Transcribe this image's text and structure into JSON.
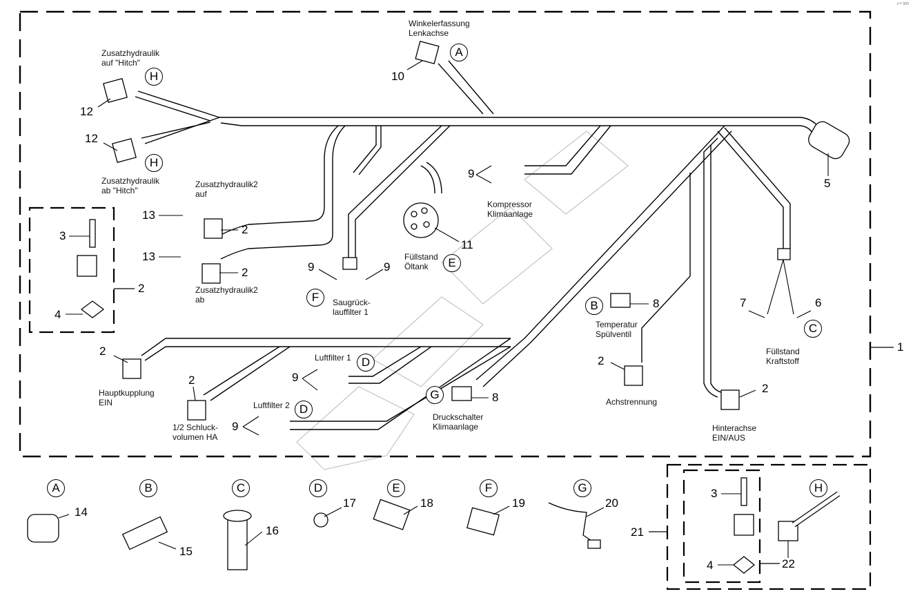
{
  "page_id": "z™ 505",
  "assembly": {
    "number": "1"
  },
  "sub_assembly_left": {
    "number": "2",
    "parts": [
      "3",
      "4"
    ]
  },
  "sub_assembly_kit": {
    "number": "21",
    "inner_number": "22",
    "parts": [
      "3",
      "4"
    ],
    "letter": "H"
  },
  "callouts": {
    "n1": "1",
    "n2": "2",
    "n3": "3",
    "n4": "4",
    "n5": "5",
    "n6": "6",
    "n7": "7",
    "n8": "8",
    "n9": "9",
    "n10": "10",
    "n11": "11",
    "n12": "12",
    "n13": "13",
    "n14": "14",
    "n15": "15",
    "n16": "16",
    "n17": "17",
    "n18": "18",
    "n19": "19",
    "n20": "20",
    "n21": "21",
    "n22": "22"
  },
  "letters": {
    "A": "A",
    "B": "B",
    "C": "C",
    "D": "D",
    "E": "E",
    "F": "F",
    "G": "G",
    "H": "H"
  },
  "labels": {
    "winkelerfassung": "Winkelerfassung\nLenkachse",
    "zh_auf_hitch": "Zusatzhydraulik\nauf \"Hitch\"",
    "zh_ab_hitch": "Zusatzhydraulik\nab \"Hitch\"",
    "zh2_auf": "Zusatzhydraulik2\nauf",
    "zh2_ab": "Zusatzhydraulik2\nab",
    "saugrueck": "Saugrück-\nlauffilter 1",
    "fuellstand_oel": "Füllstand\nÖltank",
    "kompressor": "Kompressor\nKlimaanlage",
    "temperatur": "Temperatur\nSpülventil",
    "fuellstand_kraftstoff": "Füllstand\nKraftstoff",
    "hauptkupplung": "Hauptkupplung\nEIN",
    "schluck": "1/2 Schluck-\nvolumen HA",
    "luftfilter1": "Luftfilter 1",
    "luftfilter2": "Luftfilter 2",
    "druckschalter": "Druckschalter\nKlimaanlage",
    "achstrennung": "Achstrennung",
    "hinterachse": "Hinterachse\nEIN/AUS"
  },
  "detail_parts": [
    {
      "letter": "A",
      "number": "14"
    },
    {
      "letter": "B",
      "number": "15"
    },
    {
      "letter": "C",
      "number": "16"
    },
    {
      "letter": "D",
      "number": "17"
    },
    {
      "letter": "E",
      "number": "18"
    },
    {
      "letter": "F",
      "number": "19"
    },
    {
      "letter": "G",
      "number": "20"
    }
  ]
}
